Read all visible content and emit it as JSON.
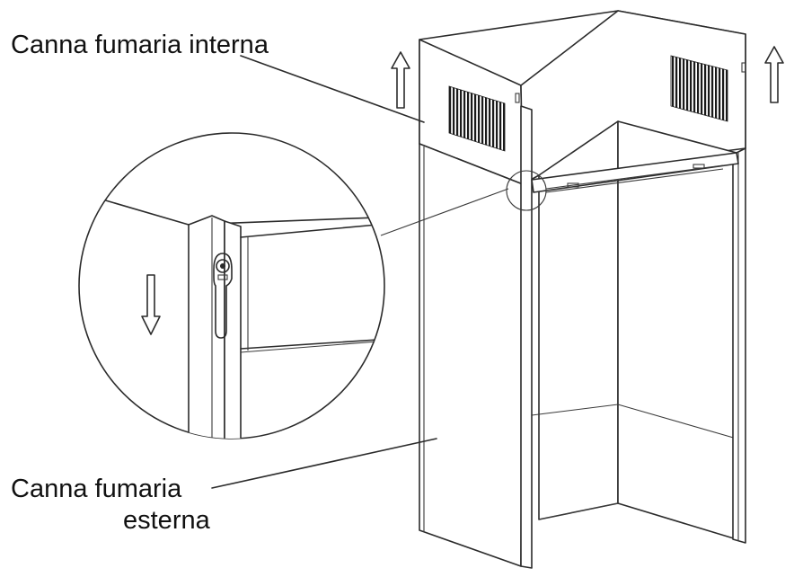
{
  "labels": {
    "inner_flue": "Canna fumaria interna",
    "outer_flue_line1": "Canna fumaria",
    "outer_flue_line2": "esterna"
  },
  "icons": {
    "up_arrow_left": "up-arrow-icon",
    "up_arrow_right": "up-arrow-icon",
    "down_arrow_detail": "down-arrow-icon"
  },
  "colors": {
    "line": "#2b2b2b",
    "background": "#ffffff",
    "vent": "#1a1a1a"
  }
}
